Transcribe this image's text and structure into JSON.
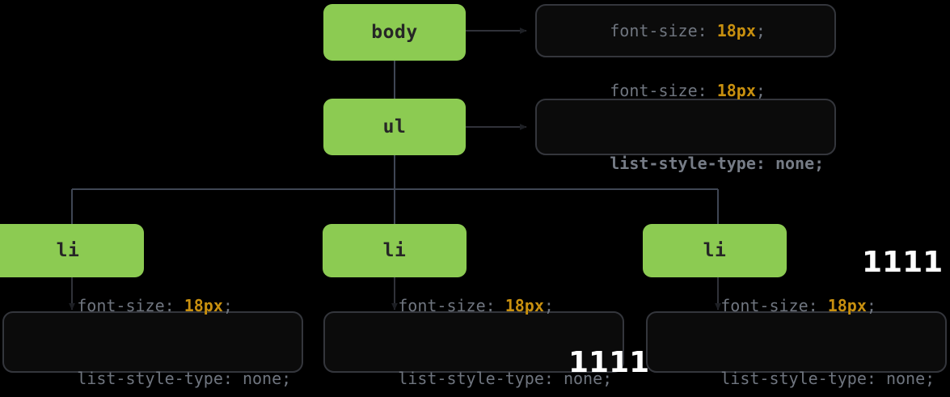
{
  "diagram": {
    "title": "CSS inheritance tree: body > ul > li",
    "background_color": "#000000",
    "node_color": "#8ccb52",
    "node_text_color": "#262626",
    "rulebox_border_color": "#34363c",
    "rulebox_bg_color": "#0b0b0b",
    "declaration_text_color": "#6f757f",
    "value_highlight_color": "#c8900f",
    "connector_color": "#3f4654",
    "arrow_color": "#1f2126"
  },
  "nodes": {
    "body": {
      "label": "body"
    },
    "ul": {
      "label": "ul"
    },
    "li_left": {
      "label": "li"
    },
    "li_middle": {
      "label": "li"
    },
    "li_right": {
      "label": "li"
    }
  },
  "rules": {
    "body": {
      "declarations": [
        {
          "property": "font-size:",
          "value": "18px",
          "value_kind": "number",
          "semicolon": ";",
          "bold": false
        }
      ]
    },
    "ul": {
      "declarations": [
        {
          "property": "font-size:",
          "value": "18px",
          "value_kind": "number",
          "semicolon": ";",
          "bold": false
        },
        {
          "property": "list-style-type:",
          "value": "none",
          "value_kind": "keyword",
          "semicolon": ";",
          "bold": true
        }
      ]
    },
    "li_left": {
      "declarations": [
        {
          "property": "font-size:",
          "value": "18px",
          "value_kind": "number",
          "semicolon": ";",
          "bold": false
        },
        {
          "property": "list-style-type:",
          "value": "none",
          "value_kind": "keyword",
          "semicolon": ";",
          "bold": false
        }
      ]
    },
    "li_middle": {
      "declarations": [
        {
          "property": "font-size:",
          "value": "18px",
          "value_kind": "number",
          "semicolon": ";",
          "bold": false
        },
        {
          "property": "list-style-type:",
          "value": "none",
          "value_kind": "keyword",
          "semicolon": ";",
          "bold": false
        }
      ]
    },
    "li_right": {
      "declarations": [
        {
          "property": "font-size:",
          "value": "18px",
          "value_kind": "number",
          "semicolon": ";",
          "bold": false
        },
        {
          "property": "list-style-type:",
          "value": "none",
          "value_kind": "keyword",
          "semicolon": ";",
          "bold": false
        }
      ]
    }
  },
  "overlays": {
    "counter_right": "1111",
    "counter_center": "1111"
  }
}
